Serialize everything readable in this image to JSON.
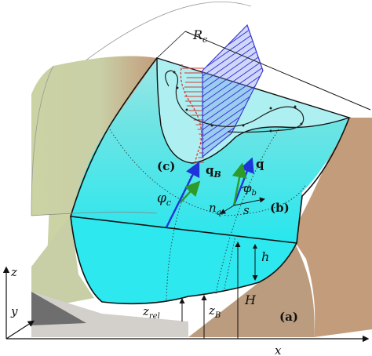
{
  "labels": {
    "Rc": "R",
    "Rc_sub": "c",
    "panel_c": "(c)",
    "panel_b": "(b)",
    "panel_a": "(a)",
    "qB": "q",
    "qB_sub": "B",
    "q": "q",
    "phi_c": "φ",
    "phi_c_sub": "c",
    "phi_b": "φ",
    "phi_b_sub": "b",
    "n_q": "n",
    "n_q_sub": "q",
    "s": "s",
    "h": "h",
    "H": "H",
    "z_rel": "z",
    "z_rel_sub": "rel",
    "z_B": "z",
    "z_B_sub": "B",
    "axis_z": "z",
    "axis_y": "y",
    "axis_x": "x"
  },
  "colors": {
    "outer_bank": "#cdd4a6",
    "right_bank": "#c9a485",
    "plain": "#b9a797",
    "water_bright": "#33e6ea",
    "water_light": "#a9ecee",
    "bed": "#6e6e6e",
    "red_hatch": "#d33a3a",
    "blue_hatch": "#3a3ad6",
    "arrow_blue": "#1f34d8",
    "arrow_green": "#2e9a2a"
  }
}
